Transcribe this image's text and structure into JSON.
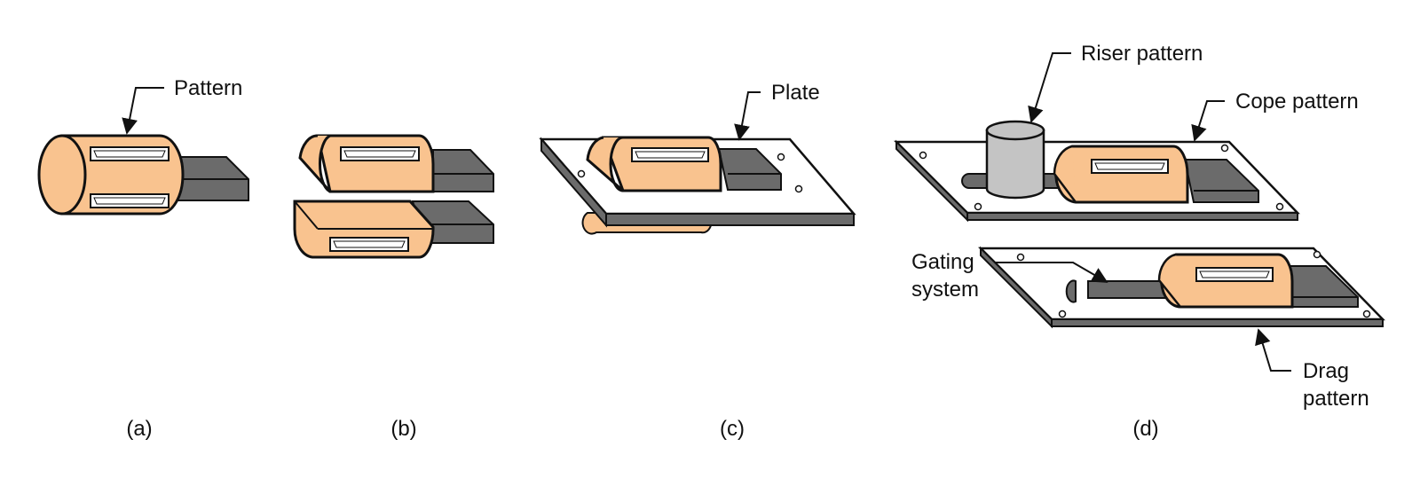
{
  "labels": {
    "pattern": "Pattern",
    "plate": "Plate",
    "riser_pattern": "Riser pattern",
    "cope_pattern": "Cope pattern",
    "gating_system_line1": "Gating",
    "gating_system_line2": "system",
    "drag_pattern_line1": "Drag",
    "drag_pattern_line2": "pattern"
  },
  "captions": {
    "a": "(a)",
    "b": "(b)",
    "c": "(c)",
    "d": "(d)"
  },
  "colors": {
    "pattern_fill": "#F9C38F",
    "bar_fill": "#6B6B6B",
    "riser_fill": "#C4C4C4",
    "outline": "#111111"
  }
}
